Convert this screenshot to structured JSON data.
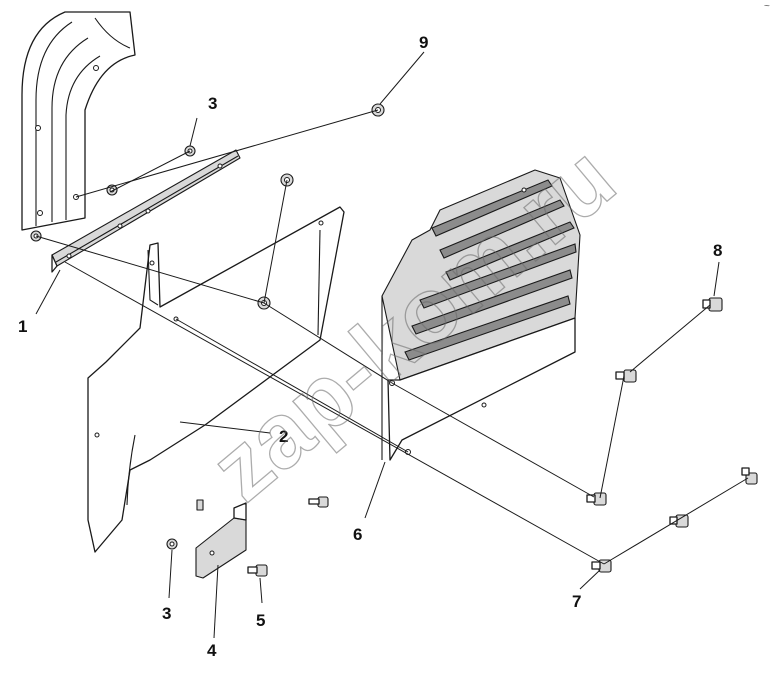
{
  "diagram": {
    "type": "exploded parts diagram",
    "callouts": [
      {
        "id": "1",
        "label": "1"
      },
      {
        "id": "2",
        "label": "2"
      },
      {
        "id": "3a",
        "label": "3"
      },
      {
        "id": "3b",
        "label": "3"
      },
      {
        "id": "4",
        "label": "4"
      },
      {
        "id": "5",
        "label": "5"
      },
      {
        "id": "6",
        "label": "6"
      },
      {
        "id": "7",
        "label": "7"
      },
      {
        "id": "8",
        "label": "8"
      },
      {
        "id": "9",
        "label": "9"
      }
    ],
    "watermark": "zap-kom.ru",
    "corner_mark": "~"
  }
}
